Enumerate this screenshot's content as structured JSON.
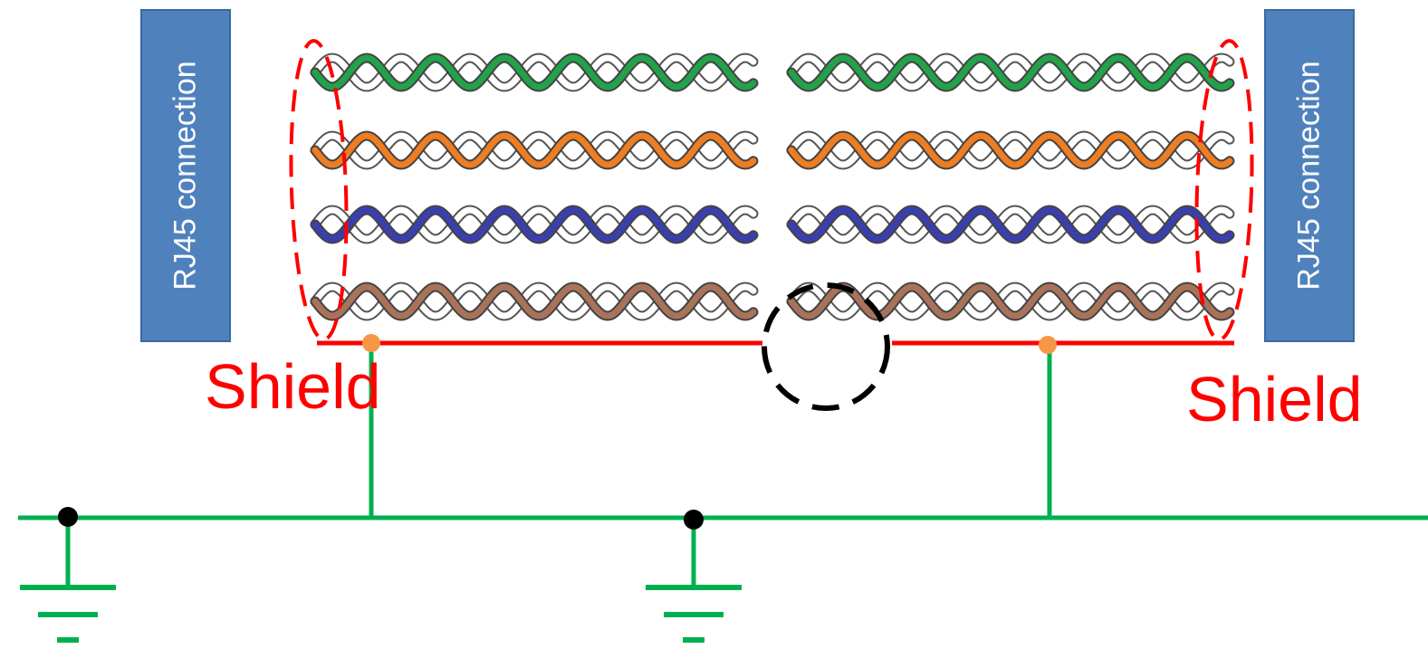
{
  "connectors": {
    "left_label": "RJ45 connection",
    "right_label": "RJ45 connection"
  },
  "shield": {
    "left_label": "Shield",
    "right_label": "Shield",
    "color": "#ff0000",
    "tap_color": "#f79646"
  },
  "wire_pairs": [
    {
      "name": "green",
      "color": "#22a24a"
    },
    {
      "name": "orange",
      "color": "#ef7d22"
    },
    {
      "name": "blue",
      "color": "#3a3fb0"
    },
    {
      "name": "brown",
      "color": "#a9735a"
    }
  ],
  "ground_bus_color": "#00b050",
  "break_marker_color": "#000000"
}
